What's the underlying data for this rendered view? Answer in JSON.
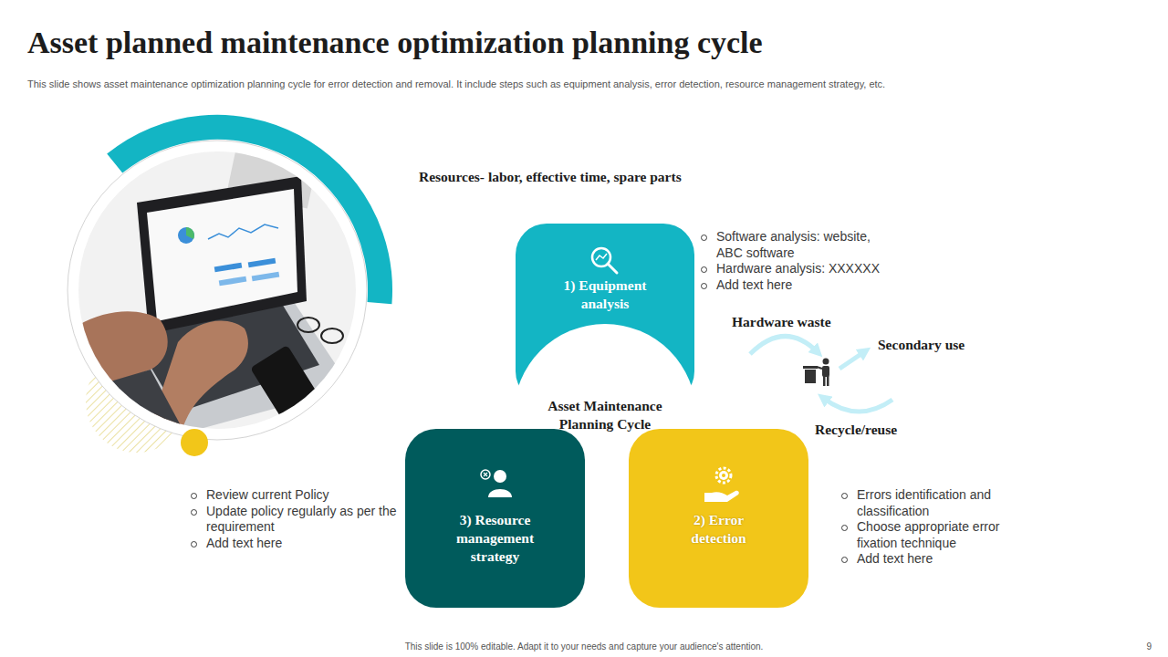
{
  "diagram": {
    "title": "Asset planned maintenance optimization planning cycle",
    "caption": "This slide shows asset maintenance optimization planning cycle for error detection and removal. It include steps such as equipment analysis, error detection, resource management strategy, etc.",
    "nodes": [
      {
        "text": [
          "1) Equipment analysis"
        ]
      },
      {
        "text": [
          "Asset Maintenance Planning Cycle"
        ]
      },
      {
        "text": [
          "3) Resource management strategy"
        ]
      },
      {
        "text": [
          "2) Error detection"
        ]
      }
    ],
    "labels": [
      "Resources- labor, effective time, spare parts",
      "Software analysis: website, ABC software",
      "Hardware analysis: XXXXXX",
      "Add text here",
      "Hardware waste",
      "Secondary use",
      "Recycle/reuse",
      "Review current Policy",
      "Update policy regularly as per the requirement",
      "Add text here",
      "Errors identification and classification",
      "Choose appropriate error fixation technique",
      "Add text here",
      "This slide is 100% editable. Adapt it to your needs and capture your audience's attention.",
      "9"
    ]
  }
}
